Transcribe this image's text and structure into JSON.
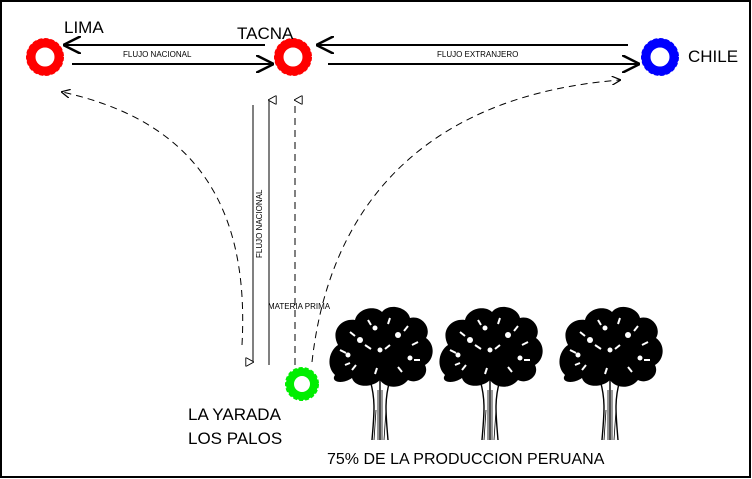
{
  "nodes": {
    "lima": {
      "label": "LIMA",
      "color": "#ff0000"
    },
    "tacna": {
      "label": "TACNA",
      "color": "#ff0000"
    },
    "chile": {
      "label": "CHILE",
      "color": "#0000ff"
    },
    "la_yarada": {
      "label_line1": "LA YARADA",
      "label_line2": "LOS PALOS",
      "color": "#00ee00"
    }
  },
  "flows": {
    "lima_tacna": "FLUJO NACIONAL",
    "tacna_chile": "FLUJO EXTRANJERO",
    "vertical": "FLUJO NACIONAL",
    "raw": "MATERIA PRIMA"
  },
  "production": {
    "label": "75% DE LA PRODUCCION PERUANA",
    "tree_count": 3
  }
}
